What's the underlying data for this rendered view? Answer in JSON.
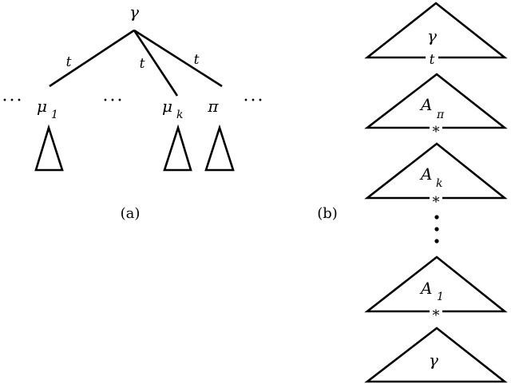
{
  "panel_a": {
    "root": "γ",
    "edges": [
      "t",
      "t",
      "t"
    ],
    "children": [
      {
        "label": "μ",
        "sub": "1"
      },
      {
        "label": "μ",
        "sub": "k"
      },
      {
        "label": "π",
        "sub": ""
      }
    ],
    "ellipsis": "···",
    "caption": "(a)"
  },
  "panel_b": {
    "caption": "(b)",
    "stack": [
      {
        "label": "γ",
        "sub": "",
        "link": "t"
      },
      {
        "label": "A",
        "sub": "π",
        "link": "*"
      },
      {
        "label": "A",
        "sub": "k",
        "link": "*"
      },
      {
        "label": "A",
        "sub": "1",
        "link": "*"
      },
      {
        "label": "γ",
        "sub": "",
        "link": ""
      }
    ],
    "vertical_ellipsis": "⋮"
  }
}
